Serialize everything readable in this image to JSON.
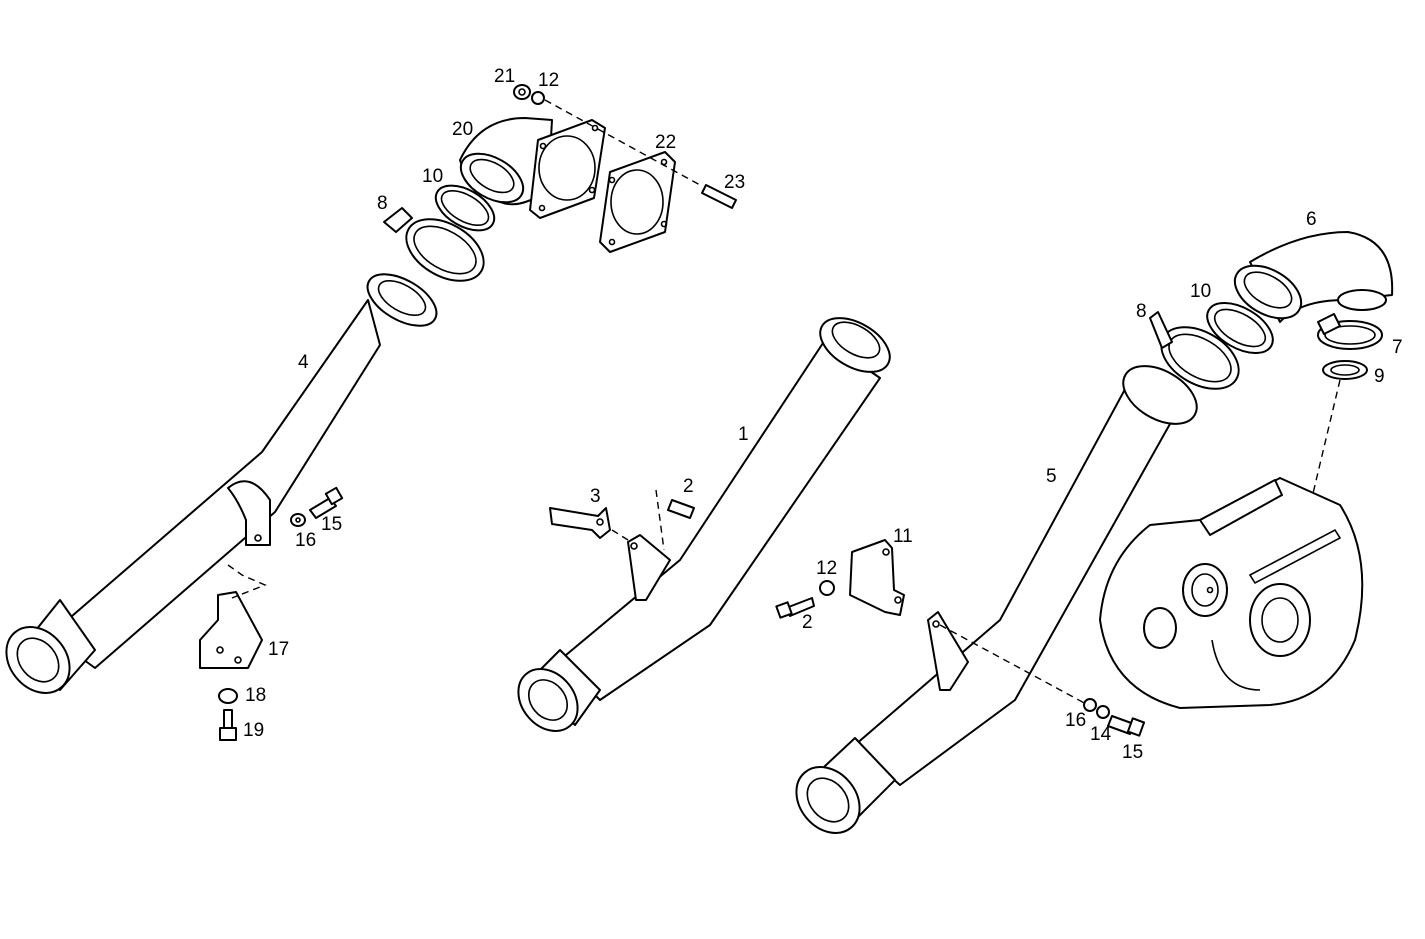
{
  "callouts": {
    "c1": "1",
    "c2a": "2",
    "c2b": "2",
    "c3": "3",
    "c4": "4",
    "c5": "5",
    "c6": "6",
    "c7": "7",
    "c8a": "8",
    "c8b": "8",
    "c9": "9",
    "c10a": "10",
    "c10b": "10",
    "c11": "11",
    "c12a": "12",
    "c12b": "12",
    "c14": "14",
    "c15a": "15",
    "c15b": "15",
    "c16a": "16",
    "c16b": "16",
    "c17": "17",
    "c18": "18",
    "c19": "19",
    "c20": "20",
    "c21": "21",
    "c22": "22",
    "c23": "23"
  }
}
